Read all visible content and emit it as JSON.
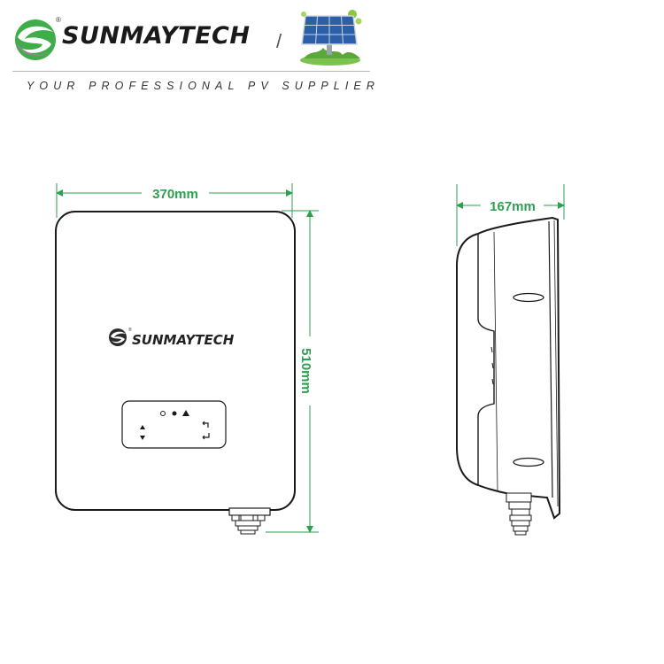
{
  "header": {
    "brand_name": "SUNMAYTECH",
    "registered_mark": "®",
    "divider": "/",
    "tagline": "YOUR PROFESSIONAL PV SUPPLIER"
  },
  "front_view": {
    "width_label": "370mm",
    "height_label": "510mm",
    "panel_brand": "SUNMAYTECH",
    "panel_registered_mark": "®"
  },
  "side_view": {
    "depth_label": "167mm"
  },
  "colors": {
    "dimension_green": "#2e9e4f",
    "outline": "#1a1a1a",
    "logo_green": "#3fae49",
    "logo_gray": "#8a8a8a"
  }
}
